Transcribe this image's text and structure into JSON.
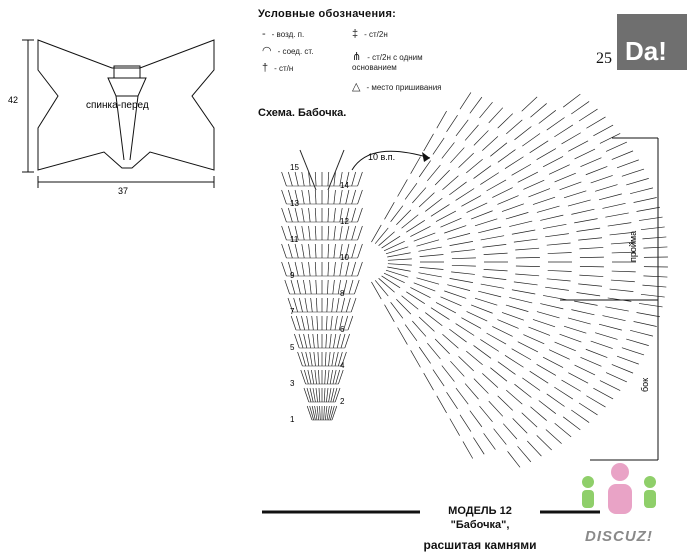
{
  "pattern": {
    "label": "спинка-перед",
    "height": "42",
    "width": "37"
  },
  "legend": {
    "title": "Условные обозначения:",
    "items": [
      {
        "symbol": "-",
        "label": "возд. п."
      },
      {
        "symbol": "◠",
        "label": "соед. ст."
      },
      {
        "symbol": "†",
        "label": "ст/н"
      },
      {
        "symbol": "‡",
        "label": "ст/2н"
      },
      {
        "symbol": "⋔",
        "label": "ст/2н с одним основанием"
      },
      {
        "symbol": "△",
        "label": "место пришивания"
      }
    ]
  },
  "scheme": {
    "title": "Схема. Бабочка.",
    "chain_label": "10 в.п.",
    "side_labels": [
      "пройма",
      "бок"
    ],
    "row_numbers": [
      "1",
      "2",
      "3",
      "4",
      "5",
      "6",
      "7",
      "8",
      "9",
      "10",
      "11",
      "12",
      "13",
      "14",
      "15"
    ]
  },
  "page_number": "25",
  "logo_text": "Da!",
  "caption": {
    "model": "МОДЕЛЬ 12",
    "name": "\"Бабочка\",",
    "subtitle": "расшитая камнями"
  },
  "watermark": "DISCUZ!"
}
